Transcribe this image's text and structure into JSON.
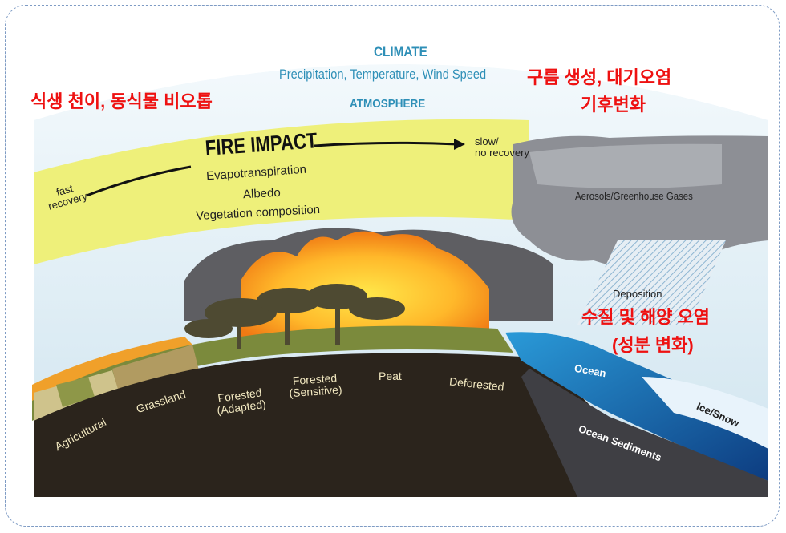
{
  "atmosphere_panel": {
    "climate_label": "CLIMATE",
    "climate_factors": "Precipitation, Temperature, Wind Speed",
    "atmosphere_label": "ATMOSPHERE"
  },
  "fire_impact": {
    "title": "FIRE IMPACT",
    "mechanisms": [
      "Evapotranspiration",
      "Albedo",
      "Vegetation composition"
    ],
    "fast_recovery": "fast recovery",
    "slow_recovery": "slow/\nno recovery"
  },
  "cloud": {
    "aerosols_label": "Aerosols/Greenhouse Gases",
    "deposition_label": "Deposition"
  },
  "land_types": [
    "Agricultural",
    "Grassland",
    "Forested (Adapted)",
    "Forested (Sensitive)",
    "Peat",
    "Deforested"
  ],
  "water": {
    "ocean_label": "Ocean",
    "sediments_label": "Ocean Sediments",
    "ice_label": "Ice/Snow"
  },
  "korean_annotations": {
    "vegetation": "식생 천이, 동식물 비오톱",
    "cloud_line1": "구름 생성, 대기오염",
    "cloud_line2": "기후변화",
    "water_line1": "수질 및 해양 오염",
    "water_line2": "(성분 변화)"
  },
  "colors": {
    "sky": "#dcebf3",
    "impact_band": "#eef07a",
    "ground": "#2b241c",
    "ocean": "#1f73b8",
    "korean_text": "#ee1111",
    "climate_text": "#2e8fb7"
  }
}
